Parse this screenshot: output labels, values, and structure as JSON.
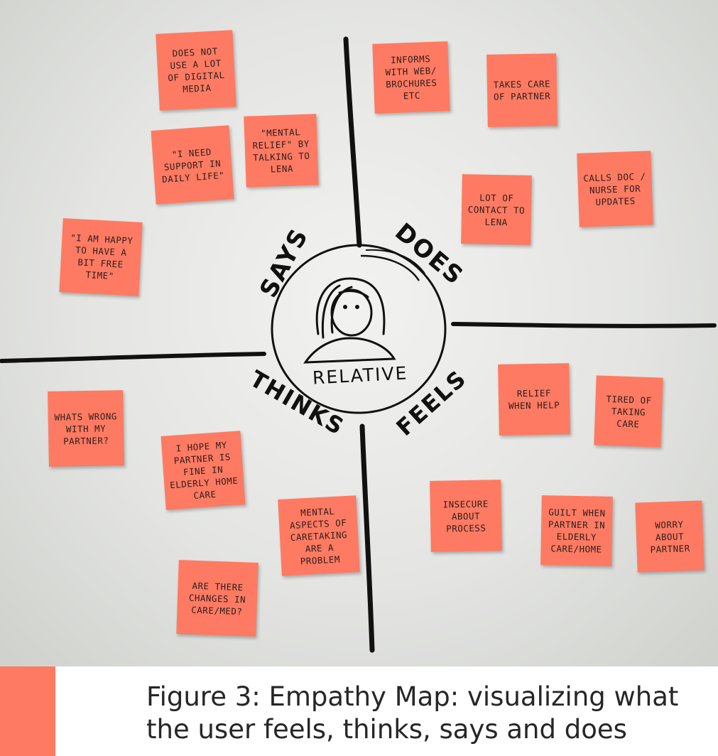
{
  "colors": {
    "sticky": "#ff7a62",
    "ink": "#111111",
    "caption_accent": "#ff7a62"
  },
  "quadrants": {
    "says": "SAYS",
    "does": "DOES",
    "thinks": "THINKS",
    "feels": "FEELS",
    "center": "RELATIVE"
  },
  "notes": {
    "digital_media": "Does not use a lot of digital media",
    "need_support": "\"I need support in daily life\"",
    "mental_relief": "\"Mental relief\" by talking to Lena",
    "happy_free_time": "\"I am happy to have a bit free time\"",
    "informs_web": "Informs with web/ brochures etc",
    "takes_care": "Takes care of partner",
    "lot_contact": "Lot of contact to Lena",
    "calls_doc": "Calls doc / nurse for updates",
    "whats_wrong": "Whats wrong with my partner?",
    "hope_partner": "I hope my partner is fine in elderly home care",
    "mental_aspects": "Mental aspects of caretaking are a problem",
    "changes_care": "Are there changes in care/med?",
    "relief_help": "Relief when help",
    "tired": "Tired of taking care",
    "insecure": "Insecure about process",
    "guilt": "Guilt when partner in elderly care/home",
    "worry": "Worry about partner"
  },
  "caption": {
    "line1": "Figure 3: Empathy Map: visualizing what",
    "line2": "the user feels, thinks, says and does"
  }
}
